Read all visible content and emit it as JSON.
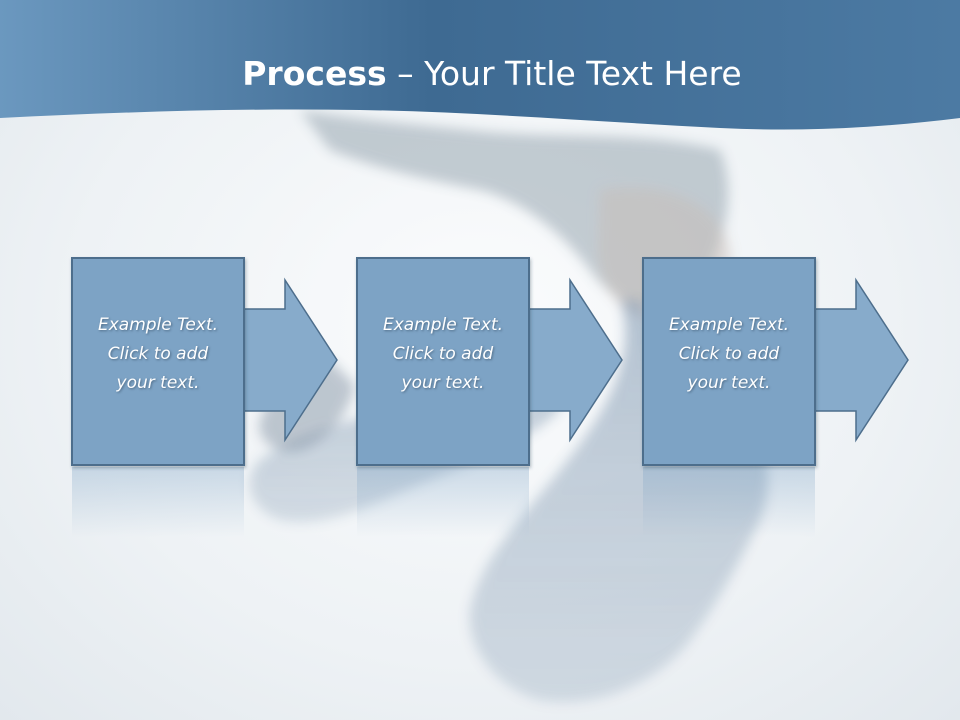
{
  "slide": {
    "title_bold": "Process",
    "title_rest": " – Your Title Text Here"
  },
  "colors": {
    "band": "#3f6d95",
    "box_fill": "#7da3c5",
    "box_stroke": "#4d6e8c",
    "arrow_fill": "#87abcb"
  },
  "steps": [
    {
      "text": "Example Text.\nClick  to add\nyour text."
    },
    {
      "text": "Example Text.\nClick  to add\nyour text."
    },
    {
      "text": "Example Text.\nClick  to add\nyour text."
    }
  ]
}
